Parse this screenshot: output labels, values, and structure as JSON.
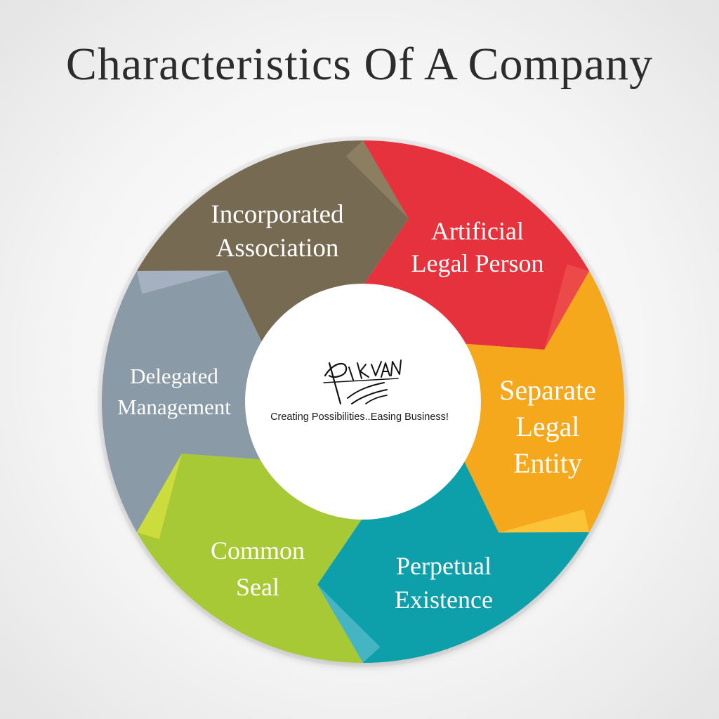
{
  "title": "Characteristics Of A Company",
  "center": {
    "logo_text": "PIKVAN",
    "tagline": "Creating Possibilities..Easing Business!"
  },
  "segments": [
    {
      "id": "incorporated",
      "lines": [
        "Incorporated",
        "Association"
      ],
      "color": "#776a53",
      "accent": "#8e8163"
    },
    {
      "id": "artificial",
      "lines": [
        "Artificial",
        "Legal Person"
      ],
      "color": "#e5323e",
      "accent": "#ec4a4a"
    },
    {
      "id": "separate",
      "lines": [
        "Separate",
        "Legal",
        "Entity"
      ],
      "color": "#f6a81c",
      "accent": "#fcc63c"
    },
    {
      "id": "perpetual",
      "lines": [
        "Perpetual",
        "Existence"
      ],
      "color": "#079faa",
      "accent": "#4db7c7"
    },
    {
      "id": "seal",
      "lines": [
        "Common",
        "Seal"
      ],
      "color": "#a7c935",
      "accent": "#d0de3f"
    },
    {
      "id": "delegated",
      "lines": [
        "Delegated",
        "Management"
      ],
      "color": "#8a9aa7",
      "accent": "#a7b3c3"
    }
  ]
}
